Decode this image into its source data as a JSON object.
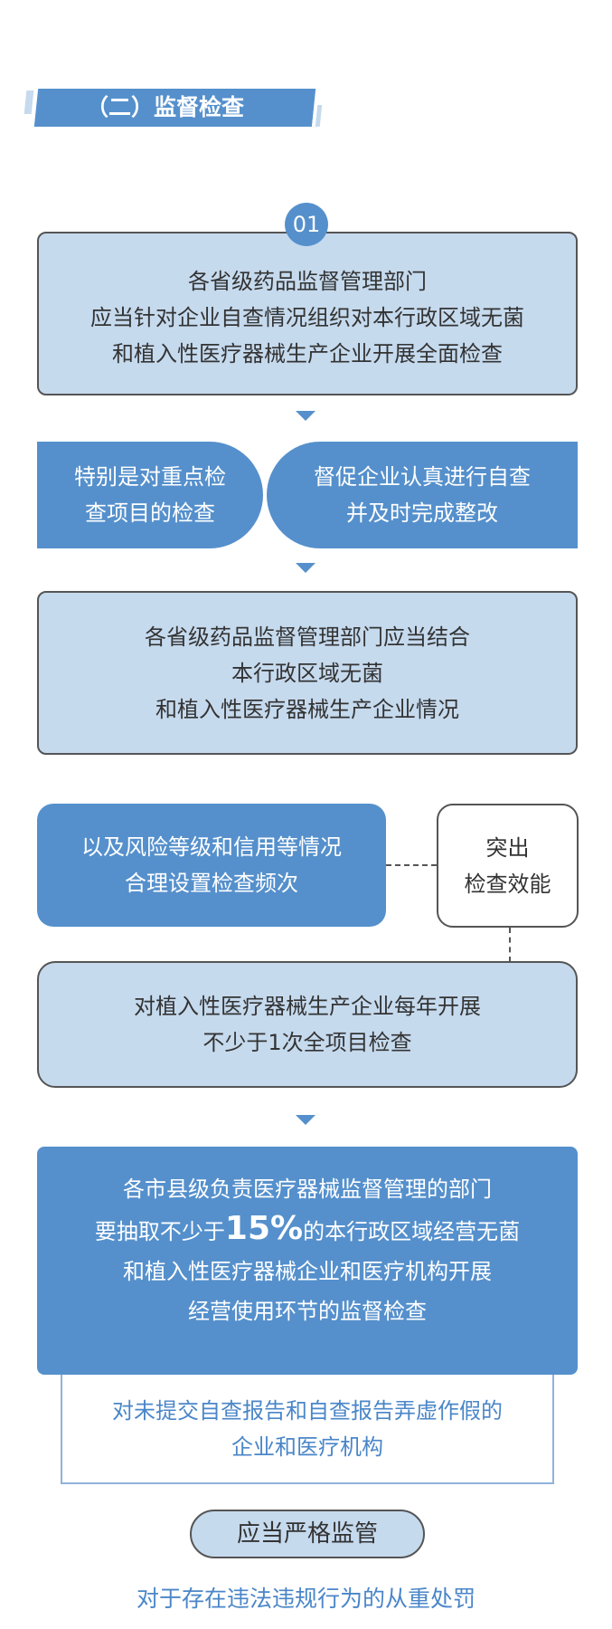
{
  "section_title": "（二）监督检查",
  "step_number": "01",
  "box1": [
    "各省级药品监督管理部门",
    "应当针对企业自查情况组织对本行政区域无菌",
    "和植入性医疗器械生产企业开展全面检查"
  ],
  "row2_left": [
    "特别是对重点检",
    "查项目的检查"
  ],
  "row2_right": [
    "督促企业认真进行自查",
    "并及时完成整改"
  ],
  "box3": [
    "各省级药品监督管理部门应当结合",
    "本行政区域无菌",
    "和植入性医疗器械生产企业情况"
  ],
  "row4_left": [
    "以及风险等级和信用等情况",
    "合理设置检查频次"
  ],
  "row4_right": [
    "突出",
    "检查效能"
  ],
  "box5": [
    "对植入性医疗器械生产企业每年开展",
    "不少于1次全项目检查"
  ],
  "box6": {
    "line1": "各市县级负责医疗器械监督管理的部门",
    "line2_pre": "要抽取不少于",
    "line2_highlight": "15%",
    "line2_post": "的本行政区域经营无菌",
    "line3": "和植入性医疗器械企业和医疗机构开展",
    "line4": "经营使用环节的监督检查"
  },
  "outline_box": [
    "对未提交自查报告和自查报告弄虚作假的",
    "企业和医疗机构"
  ],
  "pill": "应当严格监管",
  "footer": "对于存在违法违规行为的从重处罚",
  "colors": {
    "primary": "#5590cc",
    "light": "#c6daee",
    "border": "#555555"
  }
}
